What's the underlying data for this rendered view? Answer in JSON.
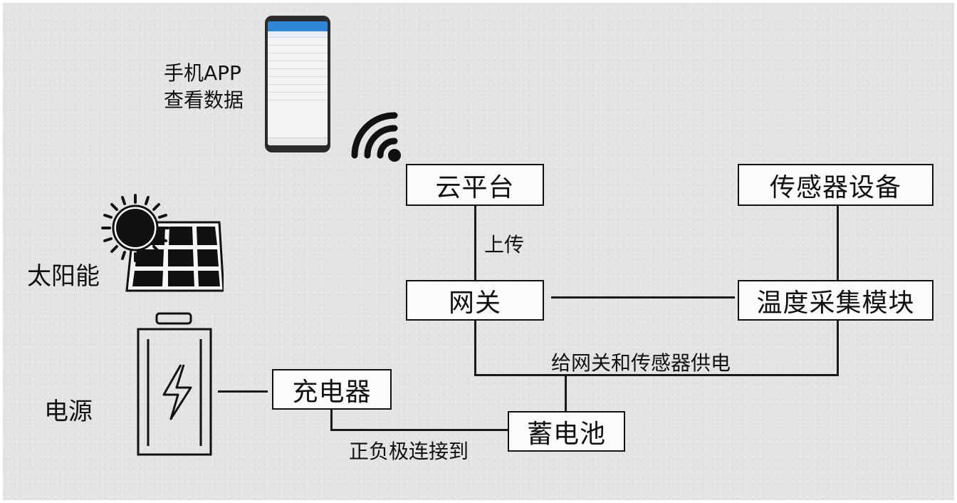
{
  "phone_label": [
    "手机APP",
    "查看数据"
  ],
  "solar_label": "太阳能",
  "power_label": "电源",
  "boxes": {
    "cloud": "云平台",
    "sensor": "传感器设备",
    "gateway": "网关",
    "temp_module": "温度采集模块",
    "charger": "充电器",
    "battery": "蓄电池"
  },
  "edge_labels": {
    "upload": "上传",
    "supply": "给网关和传感器供电",
    "connect": "正负极连接到"
  },
  "icons": [
    "smartphone-icon",
    "wifi-icon",
    "solar-panel-icon",
    "sun-icon",
    "battery-icon",
    "lightning-icon"
  ]
}
